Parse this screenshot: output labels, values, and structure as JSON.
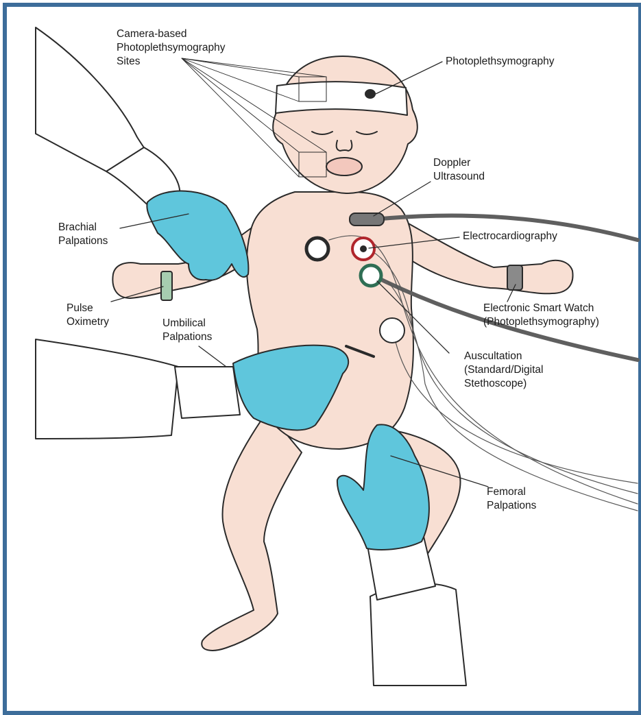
{
  "colors": {
    "frame": "#3d6d9a",
    "skin": "#f8dfd3",
    "skin_line": "#2a2a2a",
    "glove": "#5fc6dc",
    "coat": "#ffffff",
    "cable": "#5f5f5f",
    "ecg_red": "#b0262c",
    "ecg_green": "#2f6e54",
    "band_green": "#a6cdb0"
  },
  "labels": {
    "camera_ppg": "Camera-based\nPhotoplethsymography\nSites",
    "ppg": "Photoplethsymography",
    "doppler": "Doppler\nUltrasound",
    "brachial": "Brachial\nPalpations",
    "ecg": "Electrocardiography",
    "pulse_ox": "Pulse\nOximetry",
    "umbilical": "Umbilical\nPalpations",
    "smartwatch": "Electronic Smart Watch\n(Photoplethsymography)",
    "auscultation": "Auscultation\n(Standard/Digital\nStethoscope)",
    "femoral": "Femoral\nPalpations"
  },
  "icons": {
    "infant": "infant-illustration",
    "glove": "gloved-hand-icon",
    "headband": "headband-sensor-icon",
    "watch": "smart-watch-icon",
    "probe": "doppler-probe-icon"
  }
}
